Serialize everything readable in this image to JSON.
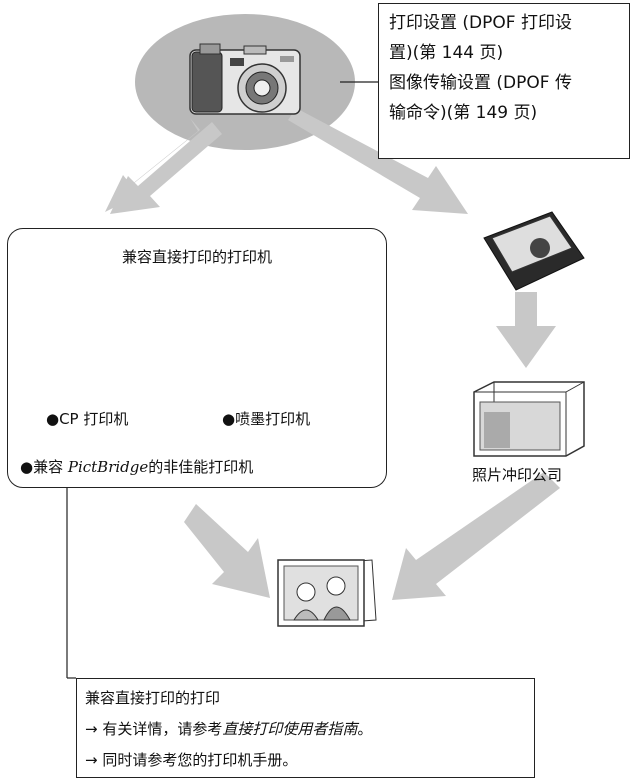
{
  "callout": {
    "line1": "打印设置 (DPOF 打印设",
    "line2": "置)(第 144 页)",
    "line3": "图像传输设置 (DPOF 传",
    "line4": "输命令)(第 149 页)"
  },
  "printers_box": {
    "title": "兼容直接打印的打印机",
    "cp_label": "●CP 打印机",
    "inkjet_label": "●喷墨打印机",
    "pictbridge_prefix": "●兼容 ",
    "pictbridge_brand": "PictBridge",
    "pictbridge_suffix": "的非佳能打印机"
  },
  "photo_lab_label": "照片冲印公司",
  "note": {
    "title": "兼容直接打印的打印",
    "line2_prefix": "→ 有关详情，请参考",
    "line2_ref": "直接打印使用者指南",
    "line2_suffix": "。",
    "line3": "→ 同时请参考您的打印机手册。"
  }
}
